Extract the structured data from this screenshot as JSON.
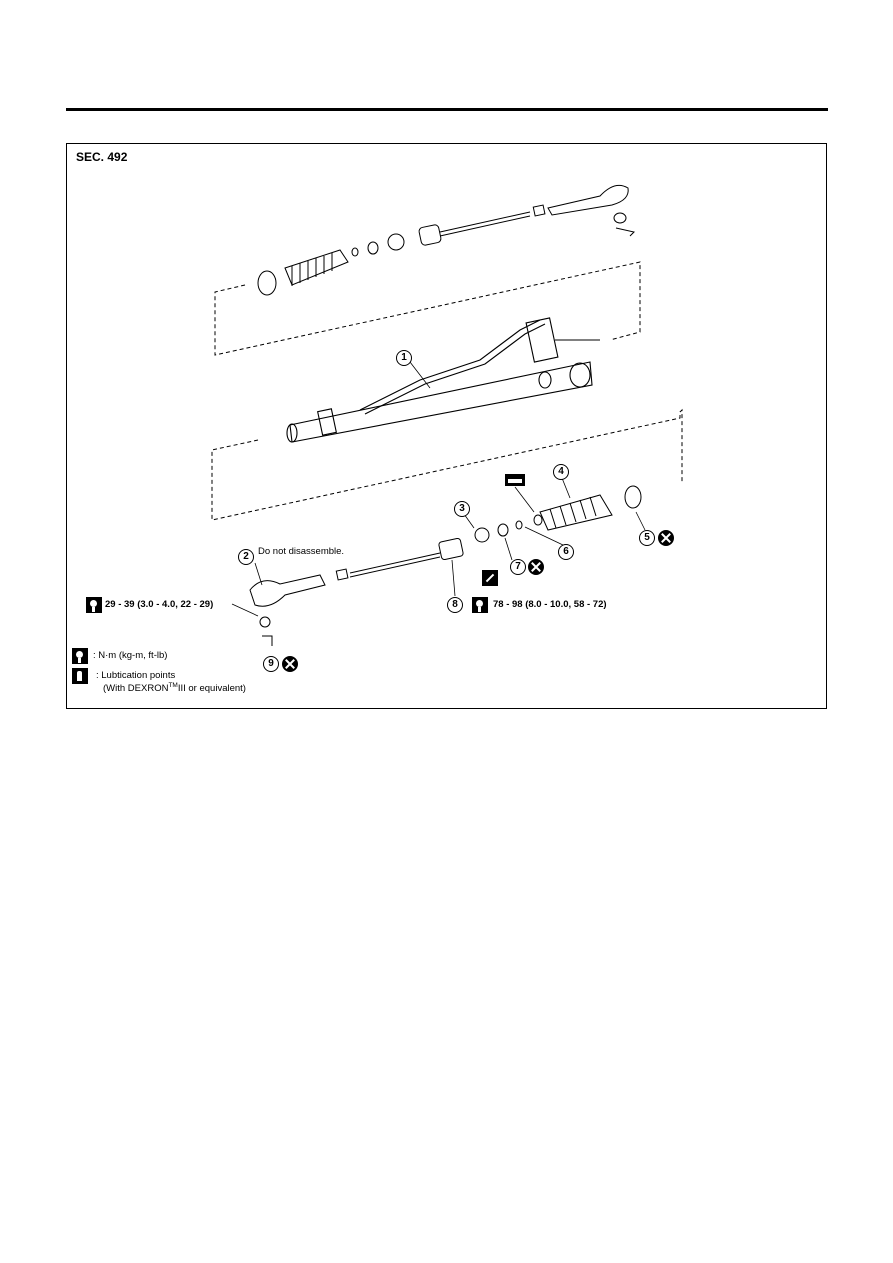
{
  "section": "SEC. 492",
  "callouts": [
    "1",
    "2",
    "3",
    "4",
    "5",
    "6",
    "7",
    "8",
    "9"
  ],
  "notes": {
    "do_not_disassemble": "Do not disassemble."
  },
  "torque": {
    "tie_rod_nut": "29 - 39 (3.0 - 4.0, 22 - 29)",
    "inner_socket": "78 - 98 (8.0 - 10.0, 58 - 72)"
  },
  "legend": {
    "torque_units": ": N·m (kg-m, ft-lb)",
    "lube_label": ": Lubtication points",
    "lube_detail_prefix": "(With DEXRON",
    "lube_detail_tm": "TM",
    "lube_detail_suffix": "III or equivalent)"
  },
  "icons": [
    "torque-wrench-icon",
    "lubrication-icon",
    "replace-part-icon",
    "pencil-mark-icon",
    "grease-icon"
  ]
}
